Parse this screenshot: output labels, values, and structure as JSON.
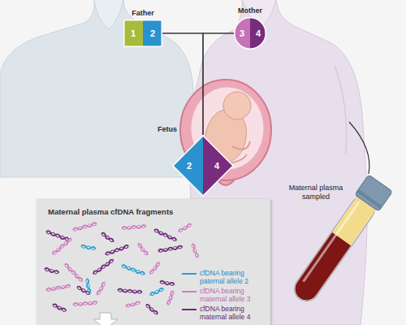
{
  "diagram": {
    "nodes": [
      {
        "text": [
          "Father",
          "1",
          "2"
        ]
      },
      {
        "text": [
          "Mother",
          "3",
          "4"
        ]
      },
      {
        "text": [
          "Fetus",
          "2",
          "4"
        ]
      },
      {
        "text": [
          "Maternal plasma cfDNA fragments"
        ]
      }
    ],
    "edges": [
      {
        "from": 0,
        "to": 2,
        "arrow": "none"
      },
      {
        "from": 1,
        "to": 2,
        "arrow": "none"
      }
    ],
    "labels": [
      "Maternal plasma sampled"
    ],
    "legend": [
      {
        "text": "cfDNA bearing paternal allele 2",
        "color": "#2a9fd6"
      },
      {
        "text": "cfDNA bearing maternal allele 3",
        "color": "#d07cc0"
      },
      {
        "text": "cfDNA bearing maternal allele 4",
        "color": "#6c2a78"
      }
    ]
  }
}
